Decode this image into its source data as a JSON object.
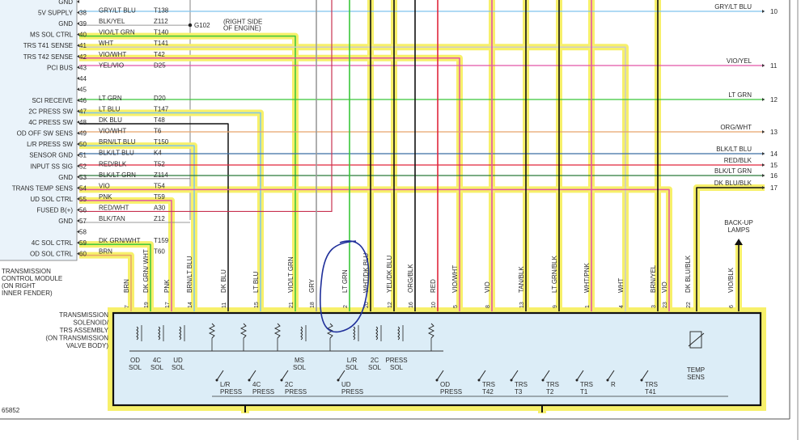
{
  "module": {
    "rows": [
      {
        "pin": "",
        "label": "GND",
        "wire": "",
        "code": ""
      },
      {
        "pin": "38",
        "label": "5V SUPPLY",
        "wire": "GRY/LT BLU",
        "code": "T138"
      },
      {
        "pin": "39",
        "label": "GND",
        "wire": "BLK/YEL",
        "code": "Z112"
      },
      {
        "pin": "40",
        "label": "MS SOL CTRL",
        "wire": "VIO/LT GRN",
        "code": "T140"
      },
      {
        "pin": "41",
        "label": "TRS T41 SENSE",
        "wire": "WHT",
        "code": "T141"
      },
      {
        "pin": "42",
        "label": "TRS T42 SENSE",
        "wire": "VIO/WHT",
        "code": "T42"
      },
      {
        "pin": "43",
        "label": "PCI BUS",
        "wire": "YEL/VIO",
        "code": "D25"
      },
      {
        "pin": "44",
        "label": "",
        "wire": "",
        "code": ""
      },
      {
        "pin": "45",
        "label": "",
        "wire": "",
        "code": ""
      },
      {
        "pin": "46",
        "label": "SCI RECEIVE",
        "wire": "LT GRN",
        "code": "D20"
      },
      {
        "pin": "47",
        "label": "2C PRESS SW",
        "wire": "LT BLU",
        "code": "T147"
      },
      {
        "pin": "48",
        "label": "4C PRESS SW",
        "wire": "DK BLU",
        "code": "T48"
      },
      {
        "pin": "49",
        "label": "OD OFF SW SENS",
        "wire": "VIO/WHT",
        "code": "T6"
      },
      {
        "pin": "50",
        "label": "L/R PRESS SW",
        "wire": "BRN/LT BLU",
        "code": "T150"
      },
      {
        "pin": "51",
        "label": "SENSOR GND",
        "wire": "BLK/LT BLU",
        "code": "K4"
      },
      {
        "pin": "52",
        "label": "INPUT SS SIG",
        "wire": "RED/BLK",
        "code": "T52"
      },
      {
        "pin": "53",
        "label": "GND",
        "wire": "BLK/LT GRN",
        "code": "Z114"
      },
      {
        "pin": "54",
        "label": "TRANS TEMP SENS",
        "wire": "VIO",
        "code": "T54"
      },
      {
        "pin": "55",
        "label": "UD SOL CTRL",
        "wire": "PNK",
        "code": "T59"
      },
      {
        "pin": "56",
        "label": "FUSED B(+)",
        "wire": "RED/WHT",
        "code": "A30"
      },
      {
        "pin": "57",
        "label": "GND",
        "wire": "BLK/TAN",
        "code": "Z12"
      },
      {
        "pin": "58",
        "label": "",
        "wire": "",
        "code": ""
      },
      {
        "pin": "59",
        "label": "4C SOL CTRL",
        "wire": "DK GRN/WHT",
        "code": "T159"
      },
      {
        "pin": "60",
        "label": "OD SOL CTRL",
        "wire": "BRN",
        "code": "T60"
      }
    ],
    "g102": "G102",
    "right_side_note": [
      "(RIGHT SIDE",
      "OF ENGINE)"
    ],
    "caption": [
      "TRANSMISSION",
      "CONTROL MODULE",
      "(ON RIGHT",
      "INNER FENDER)"
    ]
  },
  "right_connector": [
    {
      "color": "GRY/LT BLU",
      "num": "10"
    },
    {
      "color": "VIO/YEL",
      "num": "11"
    },
    {
      "color": "LT GRN",
      "num": "12"
    },
    {
      "color": "ORG/WHT",
      "num": "13"
    },
    {
      "color": "BLK/LT BLU",
      "num": "14"
    },
    {
      "color": "RED/BLK",
      "num": "15"
    },
    {
      "color": "BLK/LT GRN",
      "num": "16"
    },
    {
      "color": "DK BLU/BLK",
      "num": "17"
    }
  ],
  "backup_lamps": [
    "BACK-UP",
    "LAMPS"
  ],
  "vertical_wires": [
    {
      "label": "BRN",
      "pin": "7"
    },
    {
      "label": "DK GRN/ WHT",
      "pin": "19"
    },
    {
      "label": "PNK",
      "pin": "17"
    },
    {
      "label": "BRN/LT BLU",
      "pin": "14"
    },
    {
      "label": "DK BLU",
      "pin": "11"
    },
    {
      "label": "LT BLU",
      "pin": "15"
    },
    {
      "label": "VIO/LT GRN",
      "pin": "21"
    },
    {
      "label": "GRY",
      "pin": "18"
    },
    {
      "label": "LT GRN",
      "pin": "2"
    },
    {
      "label": "WHT/DK BLU",
      "pin": "20"
    },
    {
      "label": "YEL/DK BLU",
      "pin": "12"
    },
    {
      "label": "ORG/BLK",
      "pin": "16"
    },
    {
      "label": "RED",
      "pin": "10"
    },
    {
      "label": "VIO/WHT",
      "pin": "5"
    },
    {
      "label": "VIO",
      "pin": "8"
    },
    {
      "label": "TAN/BLK",
      "pin": "13"
    },
    {
      "label": "LT GRN/BLK",
      "pin": "9"
    },
    {
      "label": "WHT/PNK",
      "pin": "1"
    },
    {
      "label": "WHT",
      "pin": "4"
    },
    {
      "label": "BRN/YEL",
      "pin": "3"
    },
    {
      "label": "VIO",
      "pin": "23"
    },
    {
      "label": "DK BLU/BLK",
      "pin": "22"
    },
    {
      "label": "VIO/BLK",
      "pin": "6"
    }
  ],
  "assembly": {
    "caption": [
      "TRANSMISSION",
      "SOLENOID/",
      "TRS ASSEMBLY",
      "(ON TRANSMISSION",
      "VALVE BODY)"
    ],
    "solenoids": [
      {
        "top": "OD",
        "bottom": "SOL"
      },
      {
        "top": "4C",
        "bottom": "SOL"
      },
      {
        "top": "UD",
        "bottom": "SOL"
      },
      {
        "top": "MS",
        "bottom": "SOL"
      },
      {
        "top": "L/R",
        "bottom": "SOL"
      },
      {
        "top": "2C",
        "bottom": "SOL"
      },
      {
        "top": "PRESS",
        "bottom": "SOL"
      }
    ],
    "switches": [
      {
        "top": "L/R",
        "bottom": "PRESS"
      },
      {
        "top": "4C",
        "bottom": "PRESS"
      },
      {
        "top": "2C",
        "bottom": "PRESS"
      },
      {
        "top": "UD",
        "bottom": "PRESS"
      },
      {
        "top": "OD",
        "bottom": "PRESS"
      },
      {
        "top": "TRS",
        "bottom": "T42"
      },
      {
        "top": "TRS",
        "bottom": "T3"
      },
      {
        "top": "TRS",
        "bottom": "T2"
      },
      {
        "top": "TRS",
        "bottom": "T1"
      },
      {
        "top": "R",
        "bottom": ""
      },
      {
        "top": "TRS",
        "bottom": "T41"
      }
    ],
    "temp_sens": [
      "TEMP",
      "SENS"
    ]
  },
  "figure_id": "65852",
  "colors": {
    "highlight": "#f7f06a",
    "assembly_fill": "#dcedf7",
    "module_fill": "#eaf3fa",
    "wire_black": "#111111",
    "wire_ltgreen": "#39c639",
    "wire_ltblue": "#7fc4ee",
    "wire_red": "#e0263c",
    "wire_pink": "#e254a6",
    "wire_orange": "#e6a46a",
    "annotation": "#1f2f9a"
  }
}
